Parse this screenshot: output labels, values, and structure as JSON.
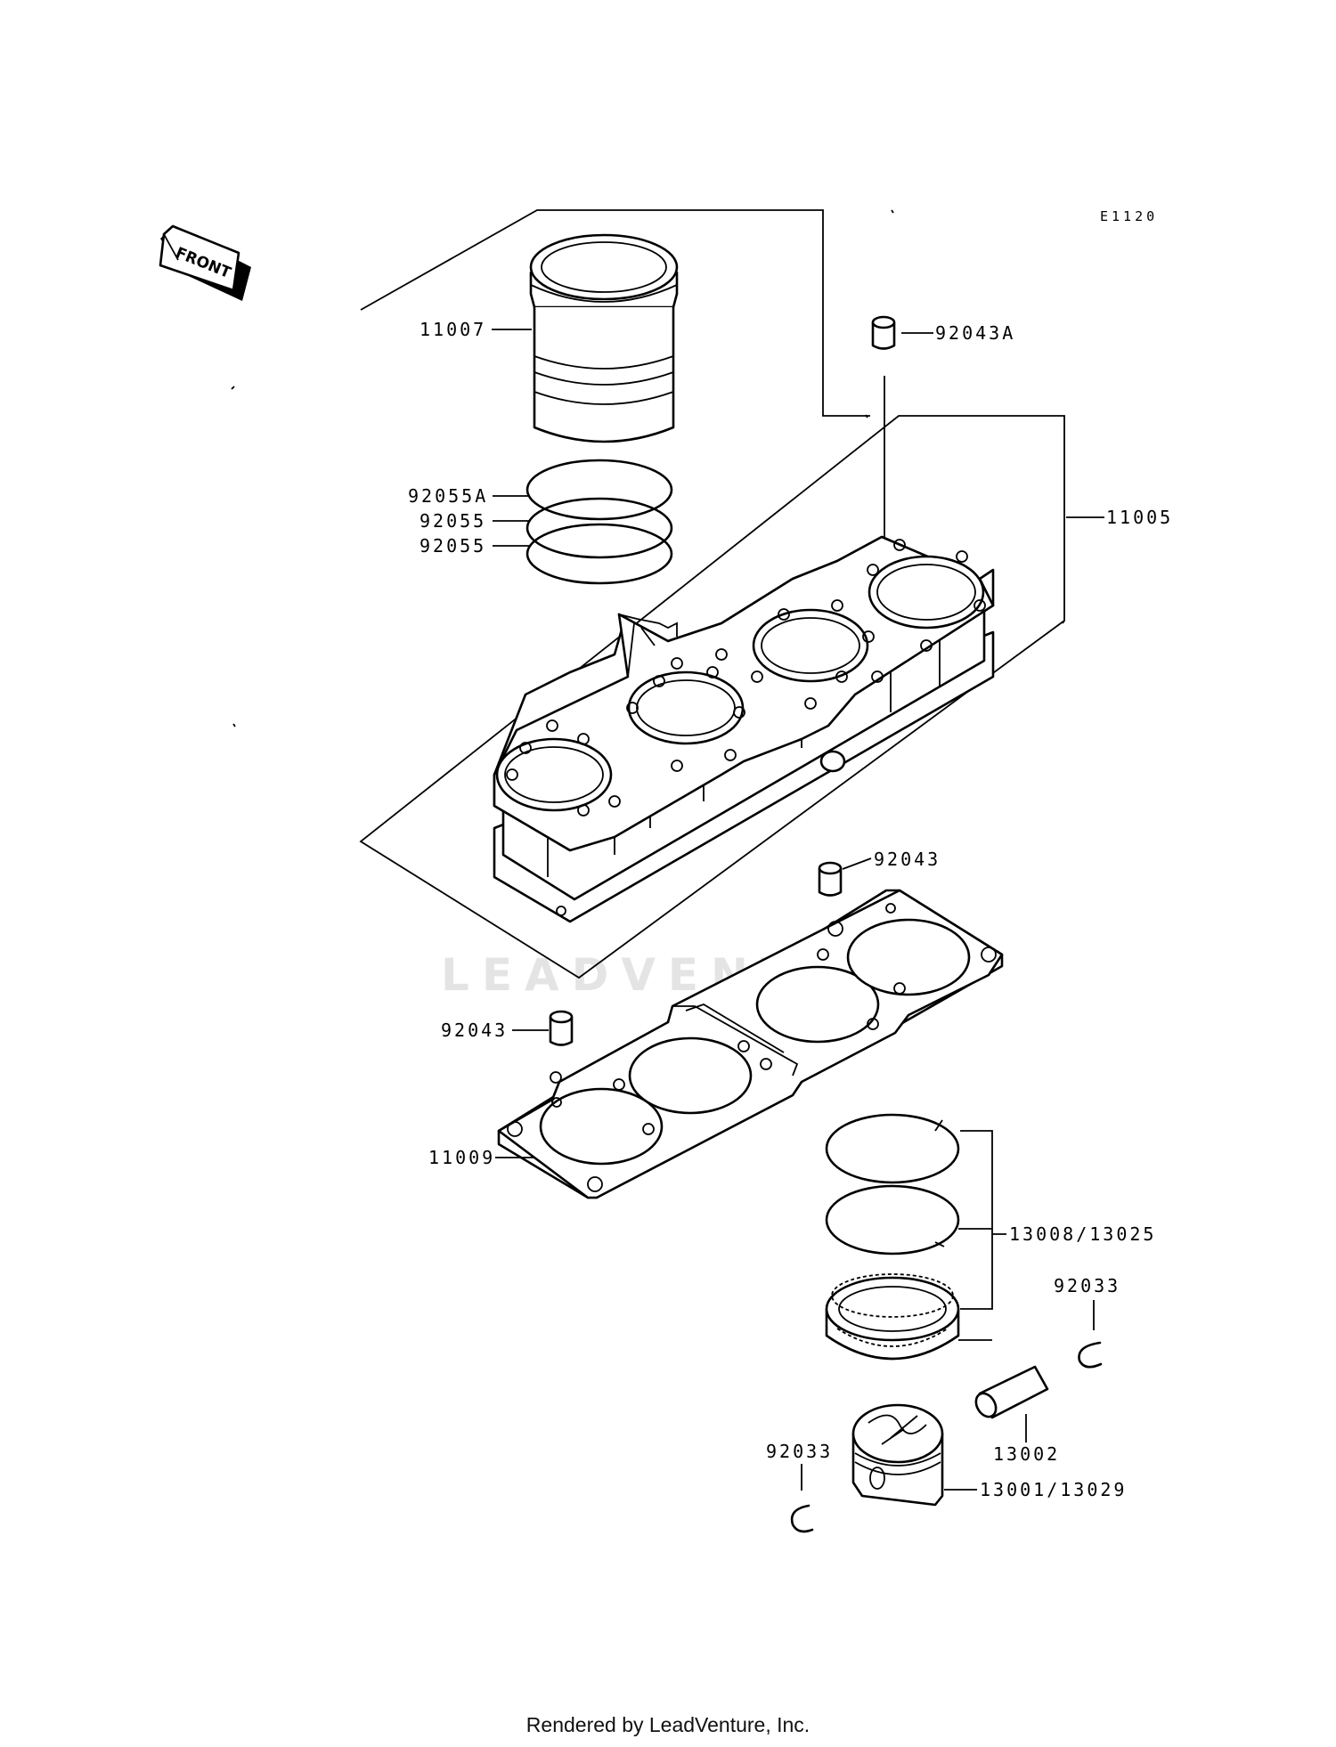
{
  "diagram": {
    "code": "E1120",
    "front_label": "FRONT",
    "watermark": "LEADVENTURE",
    "callouts": {
      "c11007": "11007",
      "c92043A": "92043A",
      "c92055A": "92055A",
      "c92055_1": "92055",
      "c92055_2": "92055",
      "c11005": "11005",
      "c92043_top": "92043",
      "c92043_left": "92043",
      "c11009": "11009",
      "c13008": "13008/13025",
      "c92033_right": "92033",
      "c92033_left": "92033",
      "c13002": "13002",
      "c13001": "13001/13029"
    }
  },
  "footer": {
    "text": "Rendered by LeadVenture, Inc."
  }
}
